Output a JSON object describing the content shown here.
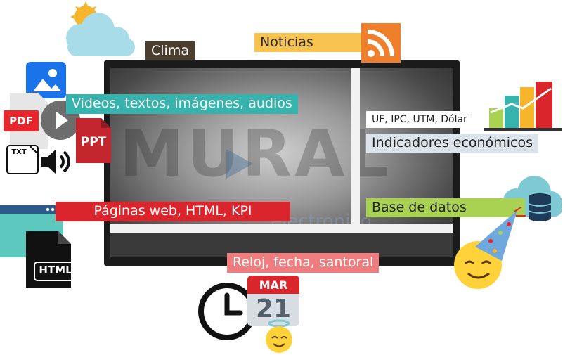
{
  "labels": {
    "clima": "Clima",
    "noticias": "Noticias",
    "media": "Videos, textos, imágenes, audios",
    "indicators_short": "UF, IPC, UTM, Dólar",
    "indicators": "Indicadores económicos",
    "web": "Páginas web, HTML, KPI",
    "database": "Base de datos",
    "clock": "Reloj, fecha, santoral"
  },
  "icons": {
    "pdf": "PDF",
    "ppt": "PPT",
    "txt": "TXT",
    "html": "HTML",
    "calendar_month": "MAR",
    "calendar_day": "21"
  },
  "watermark": {
    "main": "MURAL",
    "sub": "electronico"
  },
  "colors": {
    "clima": "#4b3e2f",
    "noticias": "#f9c34f",
    "media": "#36b3ad",
    "web": "#d9252b",
    "database": "#a9d252",
    "clock": "#ef7d7f",
    "rss": "#ef7f2a"
  }
}
